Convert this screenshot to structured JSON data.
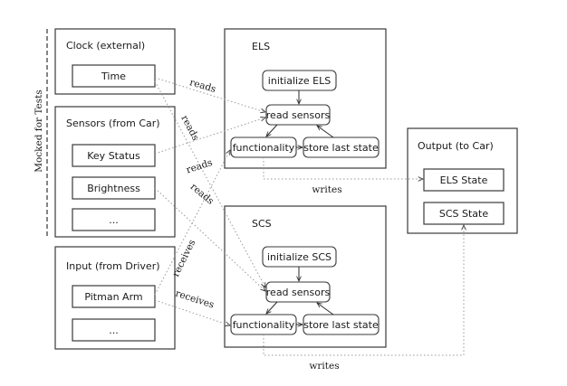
{
  "side_label": "Mocked for Tests",
  "clock": {
    "title": "Clock (external)",
    "items": [
      "Time"
    ]
  },
  "sensors": {
    "title": "Sensors (from Car)",
    "items": [
      "Key Status",
      "Brightness",
      "..."
    ]
  },
  "input": {
    "title": "Input (from Driver)",
    "items": [
      "Pitman Arm",
      "..."
    ]
  },
  "els": {
    "title": "ELS",
    "init": "initialize ELS",
    "read": "read sensors",
    "func": "functionality",
    "store": "store last state"
  },
  "scs": {
    "title": "SCS",
    "init": "initialize SCS",
    "read": "read sensors",
    "func": "functionality",
    "store": "store last state"
  },
  "output": {
    "title": "Output (to Car)",
    "items": [
      "ELS State",
      "SCS State"
    ]
  },
  "edge_labels": {
    "reads_clock": "reads",
    "reads_els": "reads",
    "reads_scs_1": "reads",
    "reads_scs_2": "reads",
    "receives_1": "receives",
    "receives_2": "receives",
    "writes_els": "writes",
    "writes_scs": "writes"
  }
}
